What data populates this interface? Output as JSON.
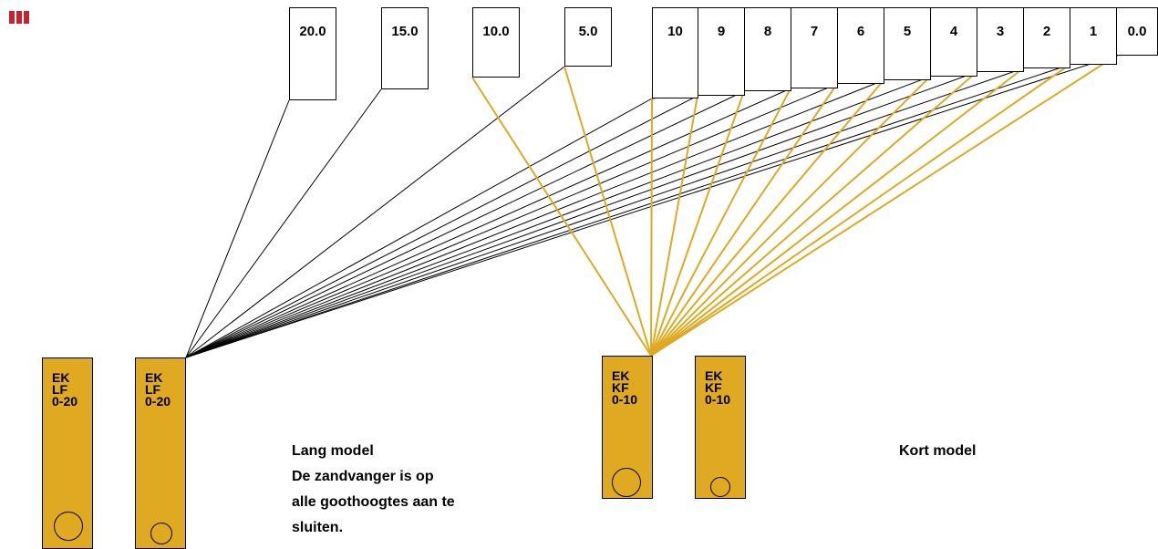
{
  "colors": {
    "post_fill": "#dfa922",
    "accent_line": "#dfa922",
    "line": "#000000",
    "logo": "#c4232f"
  },
  "long_scale": [
    "20.0",
    "15.0",
    "10.0",
    "5.0"
  ],
  "short_scale": [
    "10",
    "9",
    "8",
    "7",
    "6",
    "5",
    "4",
    "3",
    "2",
    "1",
    "0.0"
  ],
  "posts": [
    {
      "label": "EK\nLF\n0-20"
    },
    {
      "label": "EK\nLF\n0-20"
    },
    {
      "label": "EK\nKF\n0-10"
    },
    {
      "label": "EK\nKF\n0-10"
    }
  ],
  "captions": {
    "long_title": "Lang model",
    "long_line1": "De zandvanger is op",
    "long_line2": "alle goothoogtes aan te",
    "long_line3": "sluiten.",
    "short_title": "Kort model"
  }
}
